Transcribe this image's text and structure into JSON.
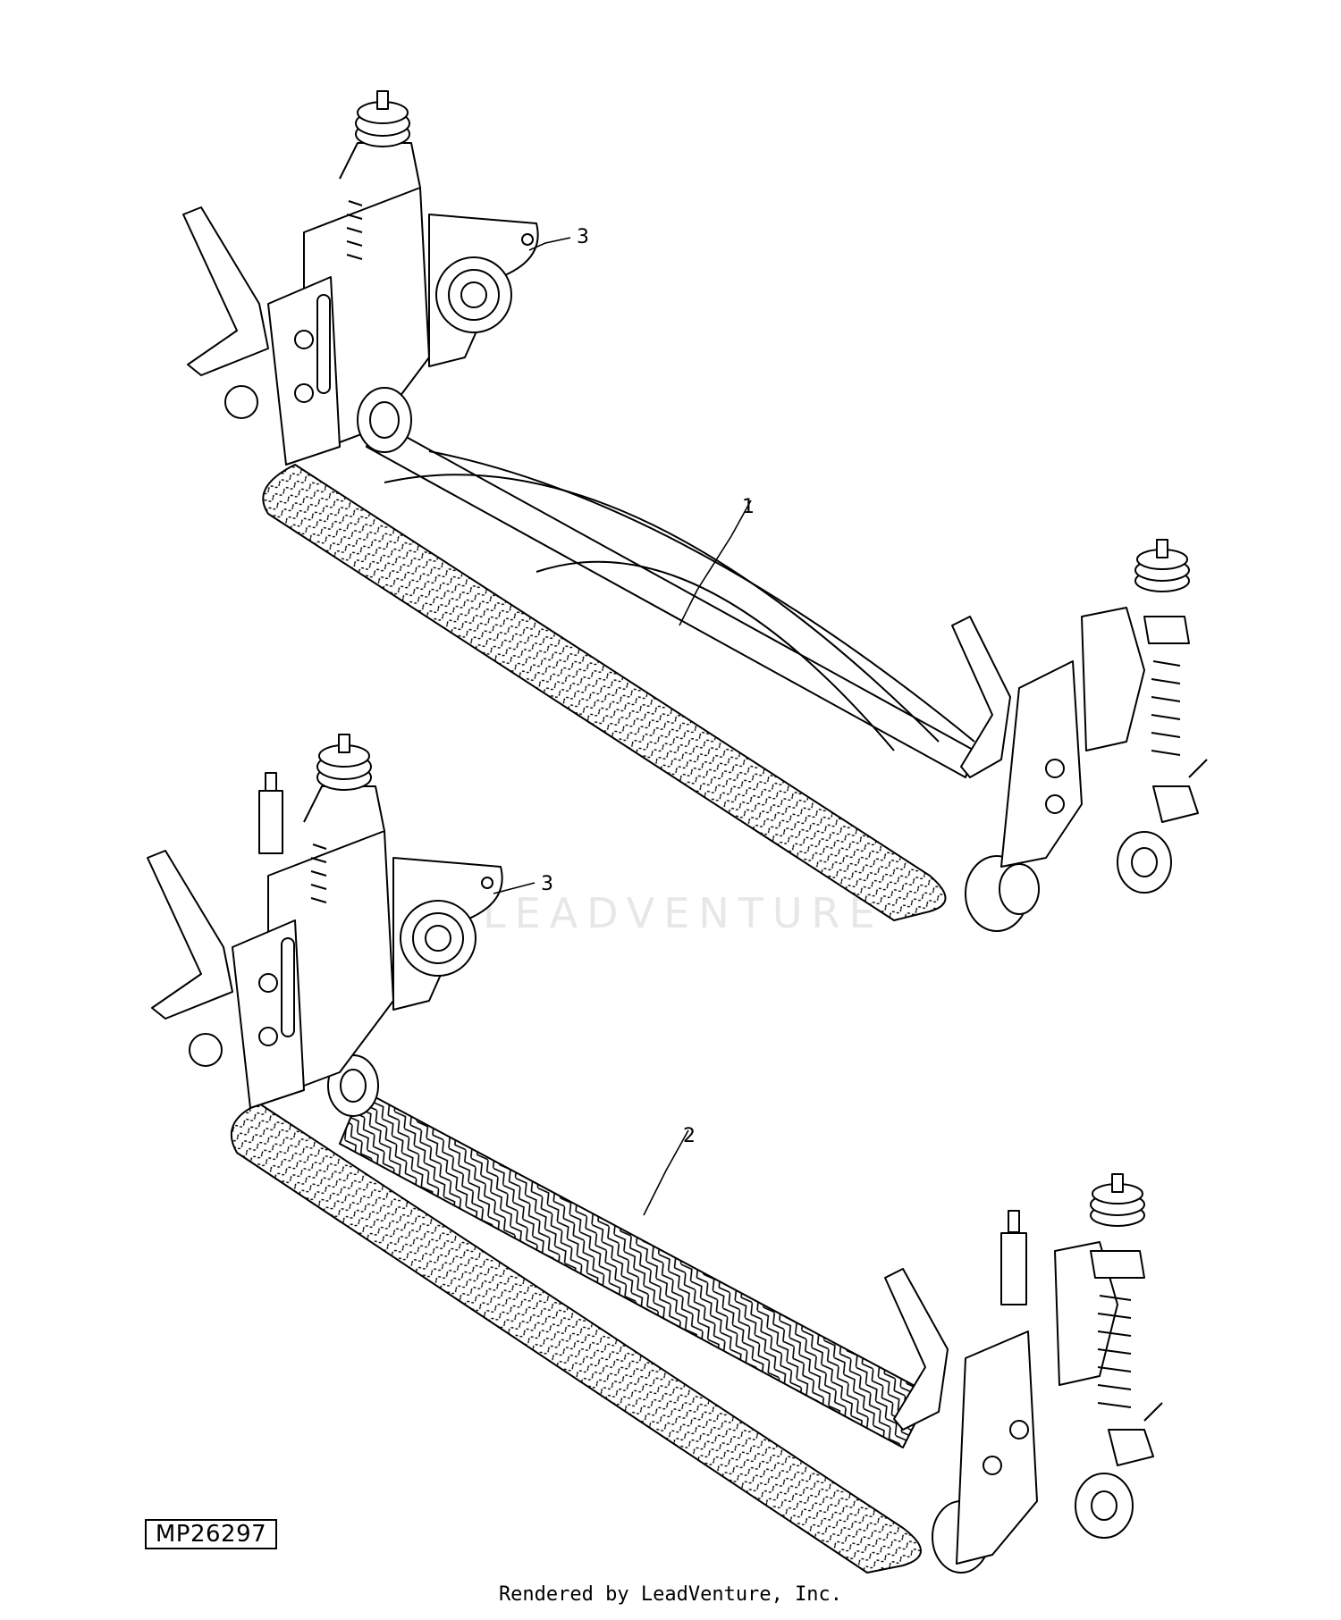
{
  "callouts": [
    {
      "id": "1",
      "text": "1"
    },
    {
      "id": "2",
      "text": "2"
    },
    {
      "id": "3a",
      "text": "3"
    },
    {
      "id": "3b",
      "text": "3"
    }
  ],
  "figure_id": "MP26297",
  "footer": "Rendered by LeadVenture, Inc.",
  "watermark": "LEADVENTURE"
}
